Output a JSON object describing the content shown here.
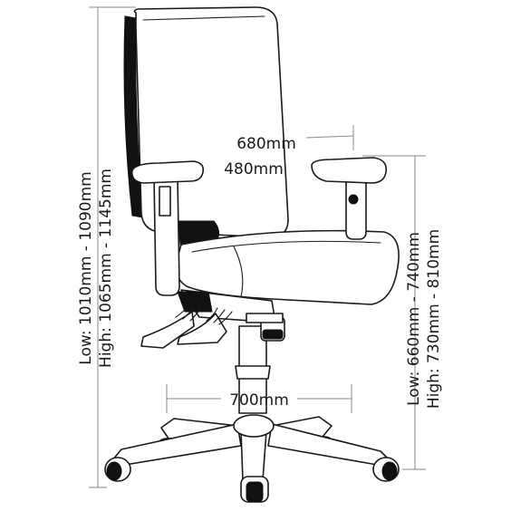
{
  "dimensions": {
    "overall_width": "680mm",
    "seat_width": "480mm",
    "base_width": "700mm",
    "overall_height_low": "Low: 1010mm - 1090mm",
    "overall_height_high": "High: 1065mm - 1145mm",
    "seat_height_low": "Low: 660mm - 740mm",
    "seat_height_high": "High: 730mm - 810mm"
  },
  "colors": {
    "outline": "#1a1a1a",
    "dimension_line": "#8a8a8a",
    "background": "#ffffff"
  }
}
